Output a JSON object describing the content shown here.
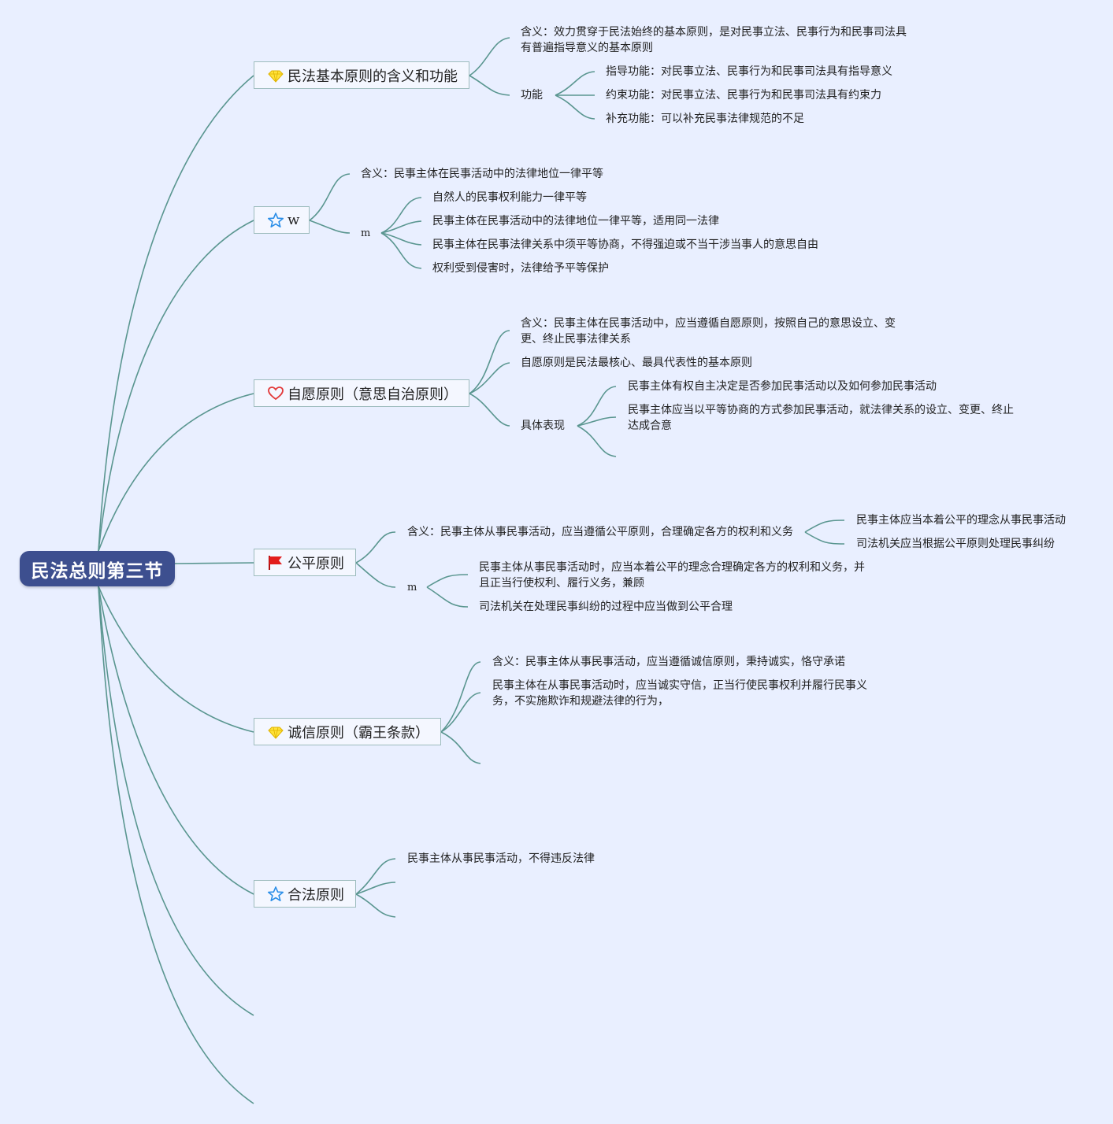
{
  "root": {
    "title": "民法总则第三节"
  },
  "colors": {
    "root_bg": "#3d4f8f",
    "link": "#5a9690",
    "topic_border": "#9dbcbd",
    "background": "#e9efff"
  },
  "topics": [
    {
      "label": "民法基本原则的含义和功能",
      "icon": "diamond-icon",
      "meaning": "含义：效力贯穿于民法始终的基本原则，是对民事立法、民事行为和民事司法具有普遍指导意义的基本原则",
      "group_label": "功能",
      "group_items": [
        "指导功能：对民事立法、民事行为和民事司法具有指导意义",
        "约束功能：对民事立法、民事行为和民事司法具有约束力",
        "补充功能：可以补充民事法律规范的不足"
      ]
    },
    {
      "label": "w",
      "icon": "star-icon",
      "meaning": "含义：民事主体在民事活动中的法律地位一律平等",
      "group_label": "m",
      "group_items": [
        "自然人的民事权利能力一律平等",
        "民事主体在民事活动中的法律地位一律平等，适用同一法律",
        "民事主体在民事法律关系中须平等协商，不得强迫或不当干涉当事人的意思自由",
        "权利受到侵害时，法律给予平等保护"
      ]
    },
    {
      "label": "自愿原则（意思自治原则）",
      "icon": "heart-icon",
      "meaning": "含义：民事主体在民事活动中，应当遵循自愿原则，按照自己的意思设立、变更、终止民事法律关系",
      "core": "自愿原则是民法最核心、最具代表性的基本原则",
      "group_label": "具体表现",
      "group_items": [
        "民事主体有权自主决定是否参加民事活动以及如何参加民事活动",
        "民事主体应当以平等协商的方式参加民事活动，就法律关系的设立、变更、终止达成合意"
      ]
    },
    {
      "label": "公平原则",
      "icon": "flag-icon",
      "meaning": "含义：民事主体从事民事活动，应当遵循公平原则，合理确定各方的权利和义务",
      "meaning_items": [
        "民事主体应当本着公平的理念从事民事活动",
        "司法机关应当根据公平原则处理民事纠纷"
      ],
      "group_label": "m",
      "group_items": [
        "民事主体从事民事活动时，应当本着公平的理念合理确定各方的权利和义务，并且正当行使权利、履行义务，兼顾",
        "司法机关在处理民事纠纷的过程中应当做到公平合理"
      ]
    },
    {
      "label": "诚信原则（霸王条款）",
      "icon": "diamond-icon",
      "meaning": "含义：民事主体从事民事活动，应当遵循诚信原则，秉持诚实，恪守承诺",
      "detail": "民事主体在从事民事活动时，应当诚实守信，正当行使民事权利并履行民事义务，不实施欺诈和规避法律的行为，"
    },
    {
      "label": "合法原则",
      "icon": "star-icon",
      "detail": "民事主体从事民事活动，不得违反法律"
    }
  ]
}
